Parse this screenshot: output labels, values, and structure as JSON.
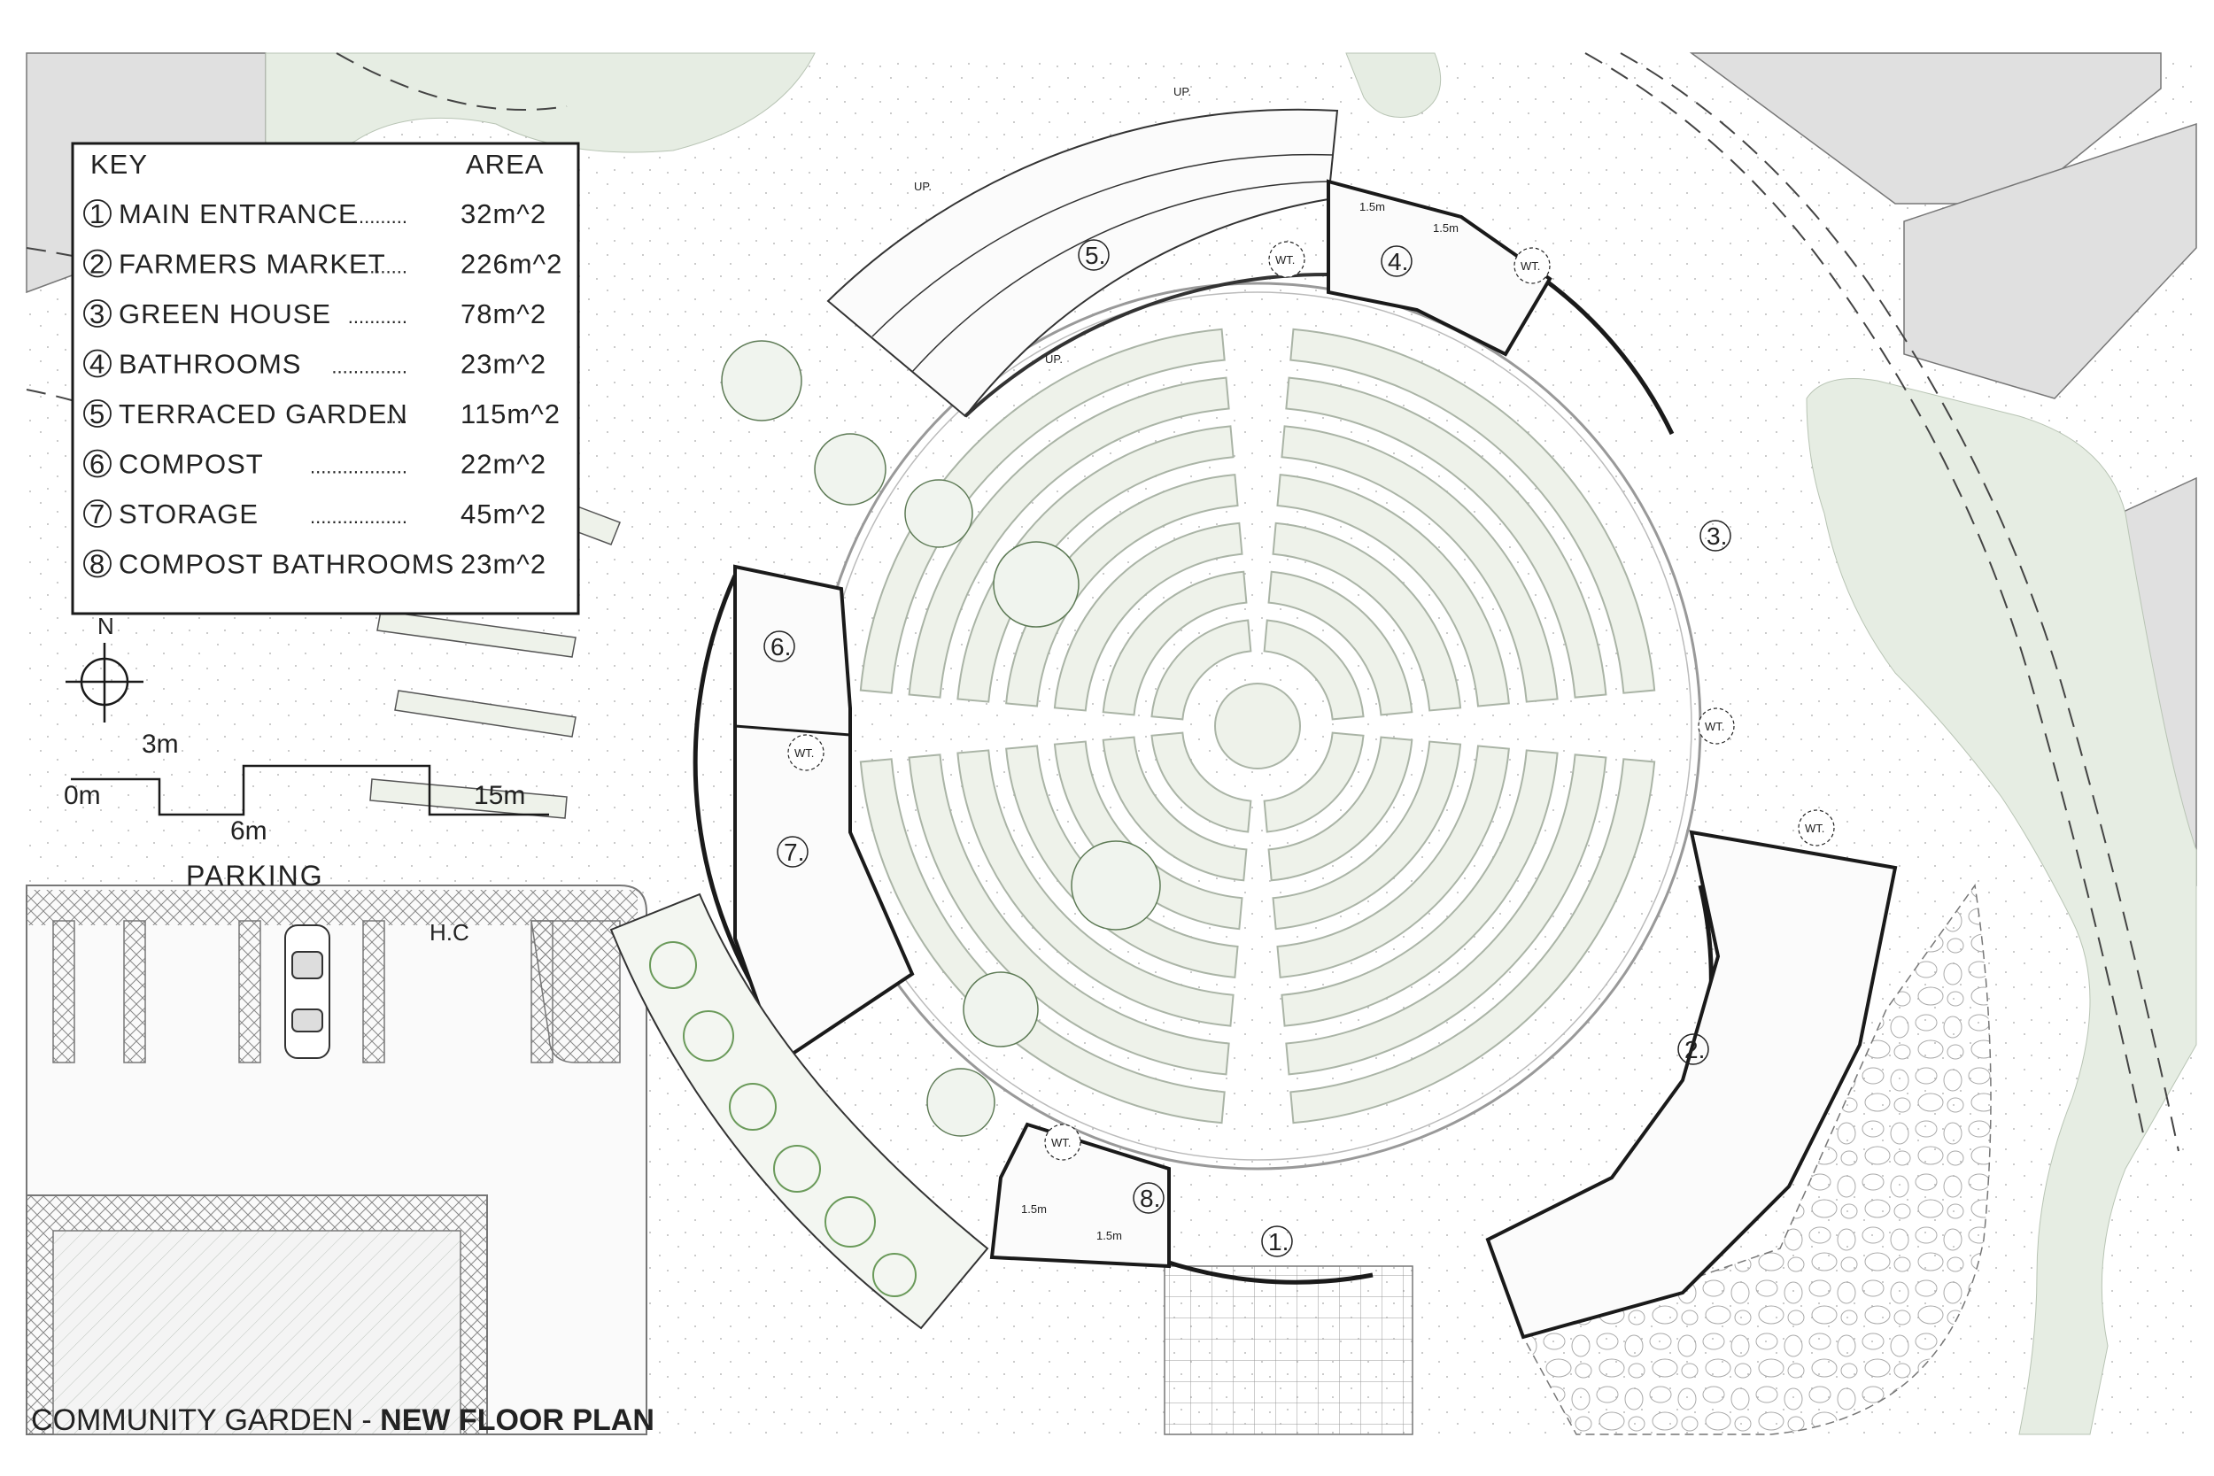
{
  "title": {
    "prefix": "COMMUNITY GARDEN - ",
    "bold": "NEW FLOOR PLAN"
  },
  "key": {
    "header_left": "KEY",
    "header_right": "AREA",
    "items": [
      {
        "num": "1",
        "name": "MAIN ENTRANCE",
        "dots": "..........",
        "area": "32m^2"
      },
      {
        "num": "2",
        "name": "FARMERS MARKET",
        "dots": "........",
        "area": "226m^2"
      },
      {
        "num": "3",
        "name": "GREEN HOUSE",
        "dots": "...........",
        "area": "78m^2"
      },
      {
        "num": "4",
        "name": "BATHROOMS",
        "dots": "..............",
        "area": "23m^2"
      },
      {
        "num": "5",
        "name": "TERRACED GARDEN",
        "dots": ".....",
        "area": "115m^2"
      },
      {
        "num": "6",
        "name": "COMPOST",
        "dots": "..................",
        "area": "22m^2"
      },
      {
        "num": "7",
        "name": "STORAGE",
        "dots": "..................",
        "area": "45m^2"
      },
      {
        "num": "8",
        "name": "COMPOST BATHROOMS",
        "dots": "..",
        "area": "23m^2"
      }
    ]
  },
  "north": "N",
  "scale": {
    "s0": "0m",
    "s3": "3m",
    "s6": "6m",
    "s15": "15m"
  },
  "parking": {
    "label": "PARKING",
    "hc": "H.C"
  },
  "room_labels": {
    "r1": "1.",
    "r2": "2.",
    "r3": "3.",
    "r4": "4.",
    "r5": "5.",
    "r6": "6.",
    "r7": "7.",
    "r8": "8."
  },
  "annotations": {
    "wt": "WT.",
    "clearance": "1.5m",
    "up": "UP."
  },
  "colors": {
    "line": "#1a1a1a",
    "building": "#e0e0e0",
    "green": "#e6ede3",
    "plant": "#6a9a5a",
    "bed": "#eef2ea"
  }
}
